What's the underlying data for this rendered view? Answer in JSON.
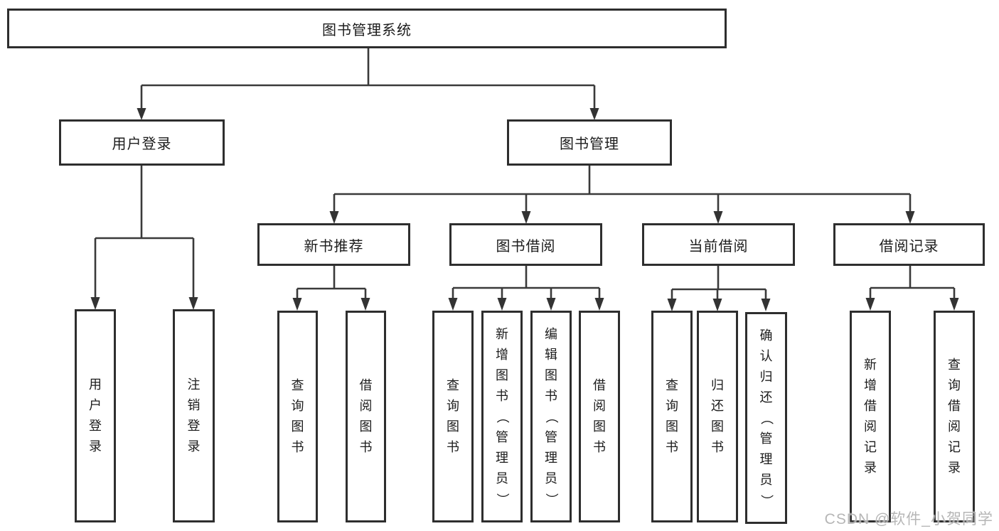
{
  "tree": {
    "root": "图书管理系统",
    "branches": [
      {
        "label": "用户登录",
        "children": [
          "用户登录",
          "注销登录"
        ]
      },
      {
        "label": "图书管理",
        "sections": [
          {
            "label": "新书推荐",
            "children": [
              "查询图书",
              "借阅图书"
            ]
          },
          {
            "label": "图书借阅",
            "children": [
              "查询图书",
              "新增图书（管理员）",
              "编辑图书（管理员）",
              "借阅图书"
            ]
          },
          {
            "label": "当前借阅",
            "children": [
              "查询图书",
              "归还图书",
              "确认归还（管理员）"
            ]
          },
          {
            "label": "借阅记录",
            "children": [
              "新增借阅记录",
              "查询借阅记录"
            ]
          }
        ]
      }
    ]
  },
  "watermark": {
    "text": "CSDN @软件_小贺同学"
  },
  "colors": {
    "line": "#3a3a3a",
    "box_border": "#2e2e2e",
    "text": "#1c1c1c",
    "watermark": "#b0b0b0",
    "background": "#ffffff"
  }
}
